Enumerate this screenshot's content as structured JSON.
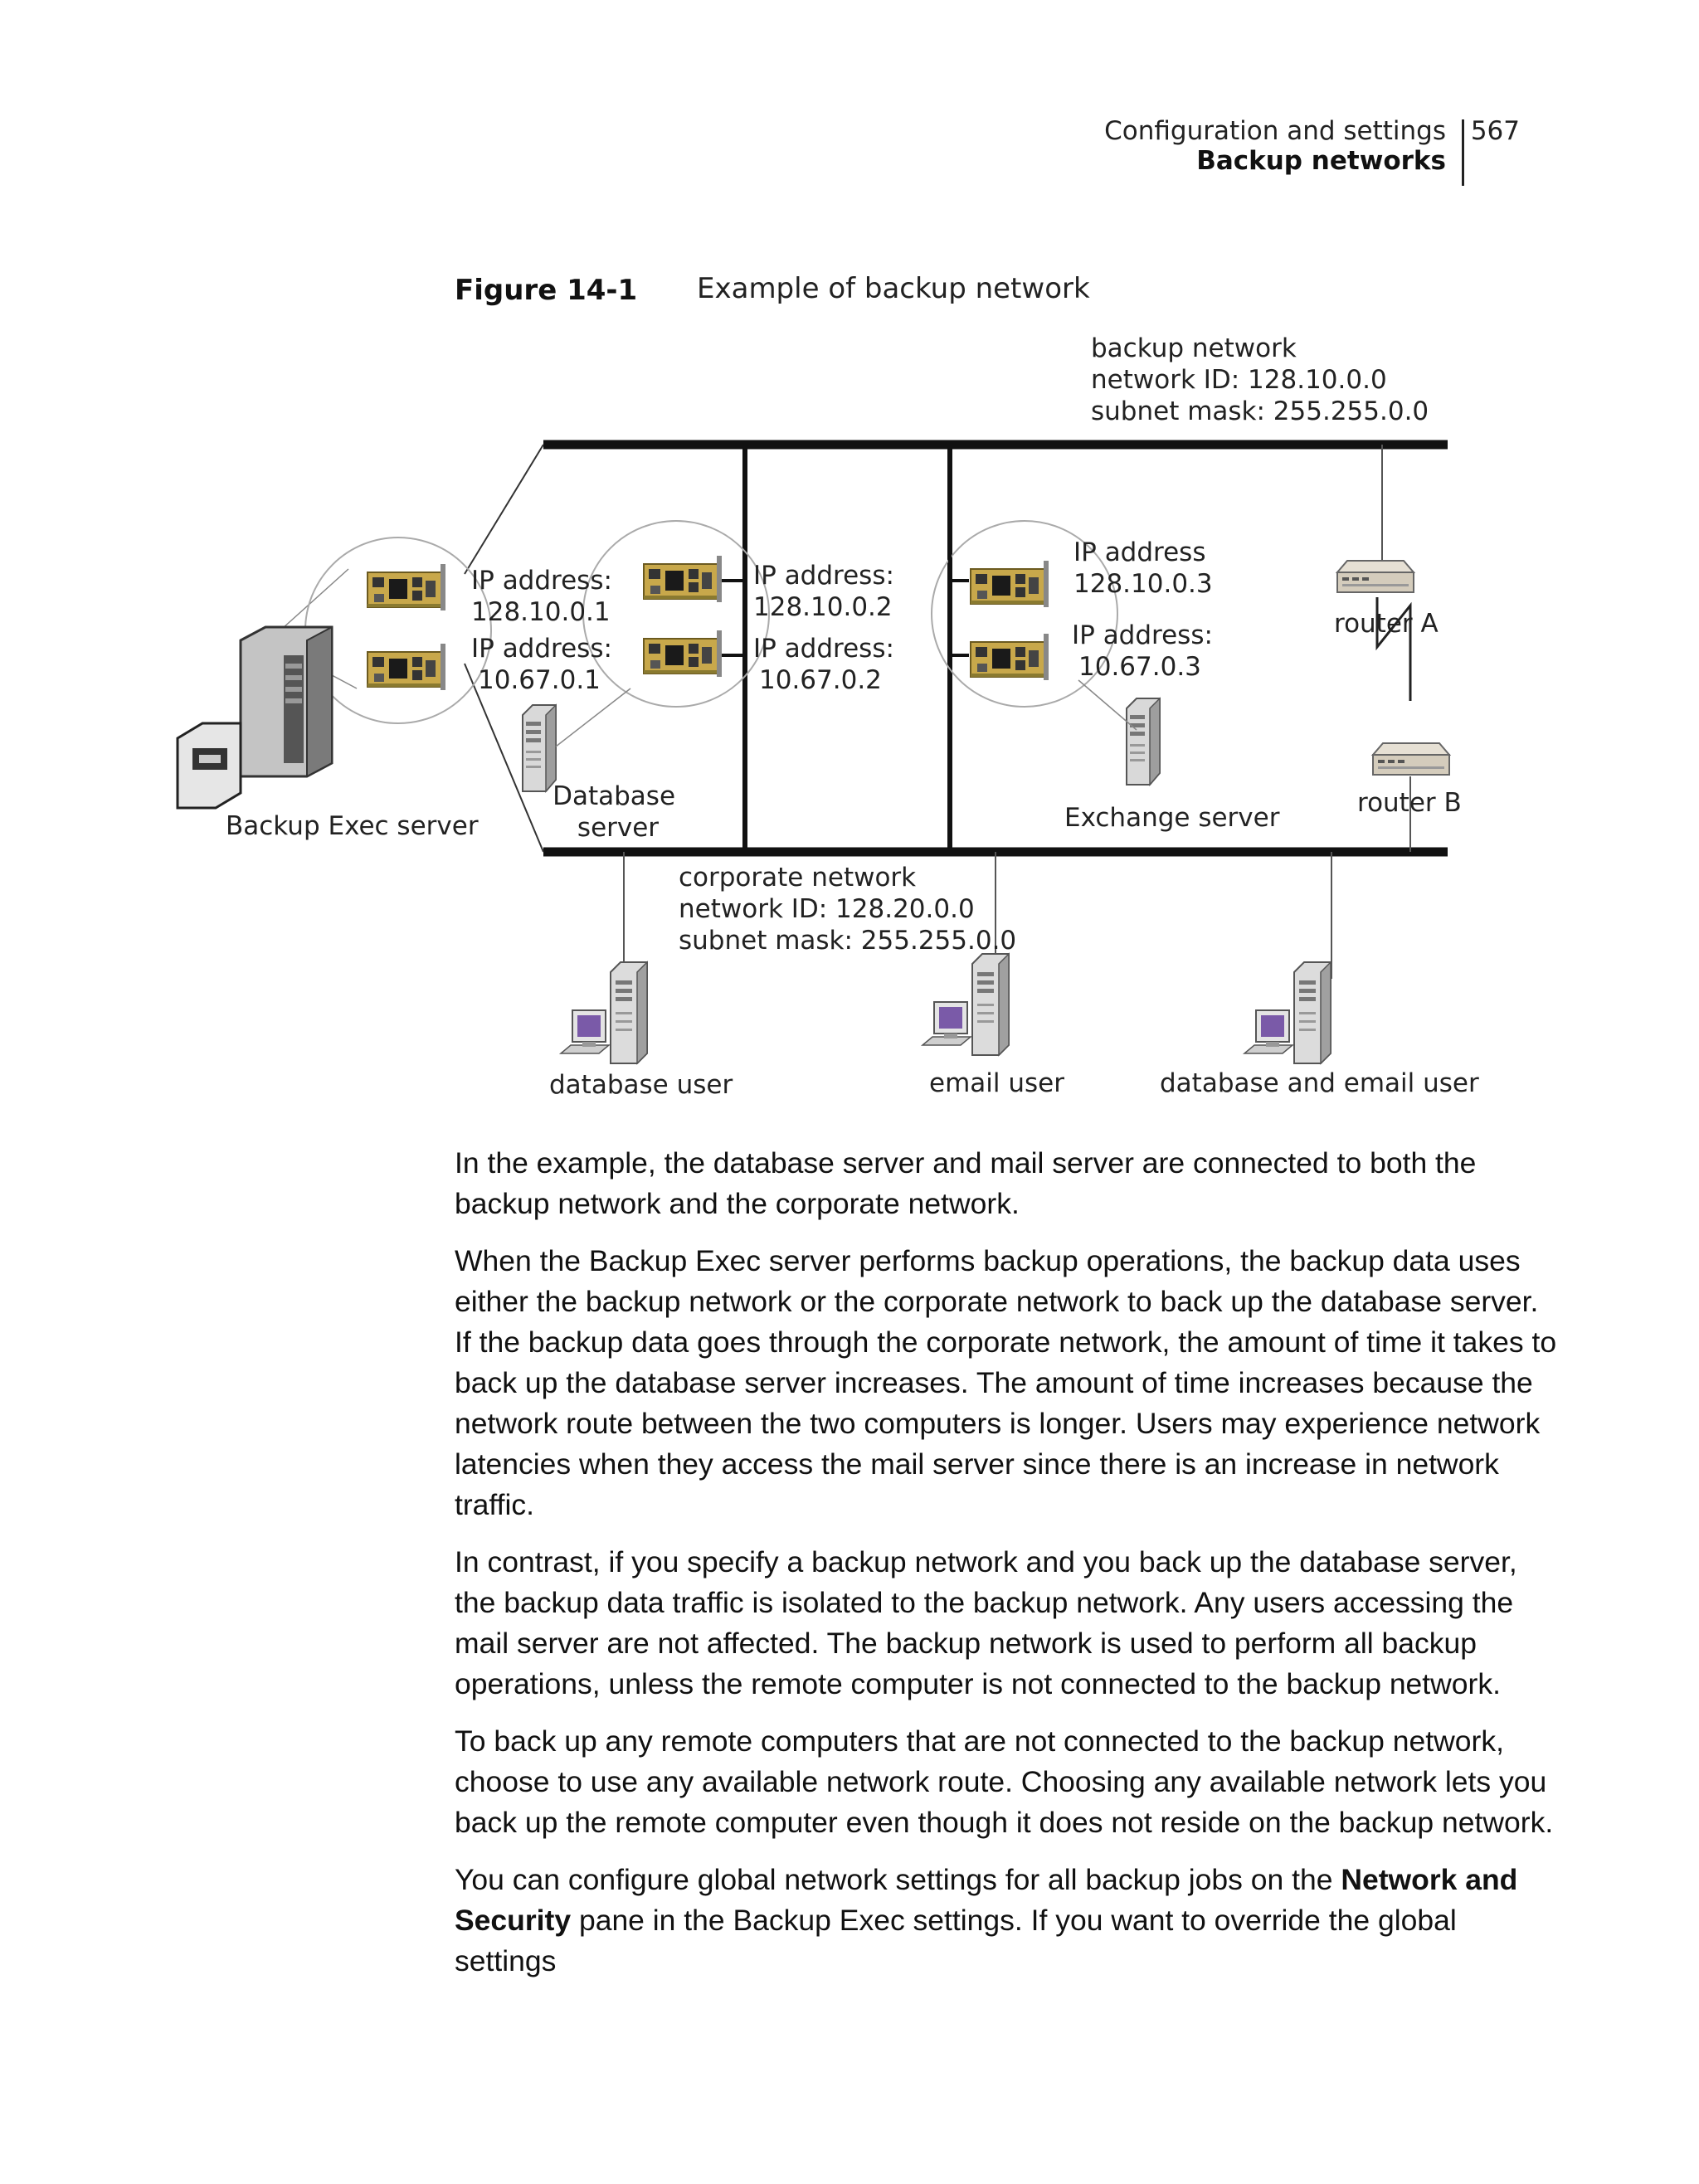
{
  "header": {
    "section": "Configuration and settings",
    "subsection": "Backup networks",
    "page_number": "567"
  },
  "figure": {
    "label": "Figure 14-1",
    "title": "Example of backup network",
    "backup_network": [
      "backup network",
      "network ID:  128.10.0.0",
      "subnet mask: 255.255.0.0"
    ],
    "corporate_network": [
      "corporate network",
      "network ID: 128.20.0.0",
      "subnet mask: 255.255.0.0"
    ],
    "backup_exec_ip1": [
      "IP address:",
      "128.10.0.1"
    ],
    "backup_exec_ip2": [
      "IP address:",
      "10.67.0.1"
    ],
    "database_ip1": [
      "IP address:",
      "128.10.0.2"
    ],
    "database_ip2": [
      "IP address:",
      "10.67.0.2"
    ],
    "exchange_ip1": [
      "IP address",
      "128.10.0.3"
    ],
    "exchange_ip2": [
      "IP address:",
      "10.67.0.3"
    ],
    "backup_exec_server": "Backup Exec server",
    "database_server": [
      "Database",
      "server"
    ],
    "exchange_server": "Exchange server",
    "router_a": "router A",
    "router_b": "router B",
    "database_user": "database user",
    "email_user": "email user",
    "database_email_user": "database and email user"
  },
  "body": {
    "p1": "In the example, the database server and mail server are connected to both the backup network and the corporate network.",
    "p2": "When the Backup Exec server performs backup operations, the backup data uses either the backup network or the corporate network to back up the database server. If the backup data goes through the corporate network, the amount of time it takes to back up the database server increases. The amount of time increases because the network route between the two computers is longer. Users may experience network latencies when they access the mail server since there is an increase in network traffic.",
    "p3": "In contrast, if you specify a backup network and you back up the database server, the backup data traffic is isolated to the backup network. Any users accessing the mail server are not affected. The backup network is used to perform all backup operations, unless the remote computer is not connected to the backup network.",
    "p4": "To back up any remote computers that are not connected to the backup network, choose to use any available network route. Choosing any available network lets you back up the remote computer even though it does not reside on the backup network.",
    "p5_start": "You can configure global network settings for all backup jobs on the ",
    "p5_bold": "Network and Security",
    "p5_end": " pane in the Backup Exec settings. If you want to override the global settings"
  }
}
